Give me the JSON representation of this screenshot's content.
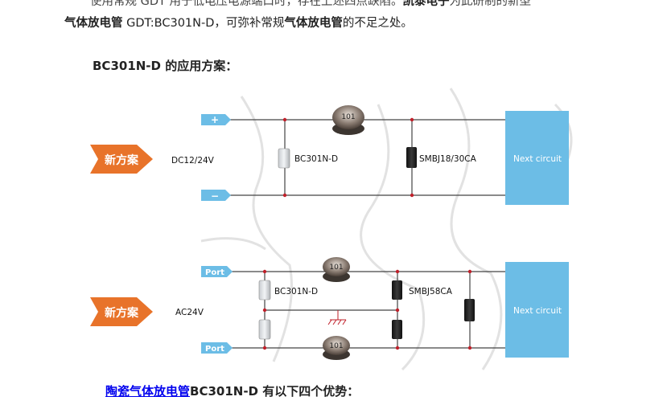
{
  "article": {
    "line1_part1": "使用常规 GDT 用于低电压电源端口时，存在上述四点缺陷。",
    "line1_brand": "凯泰电子",
    "line1_part2": "为此研制的新型",
    "line2_bold": "气体放电管",
    "line2_part1": " GDT:BC301N-D，可弥补常规",
    "line2_bold2": "气体放电管",
    "line2_part2": "的不足之处。",
    "heading_model": "BC301N-D",
    "heading_text": " 的应用方案：",
    "bottom_link": "陶瓷气体放电管",
    "bottom_model": "BC301N-D",
    "bottom_text": " 有以下四个优势："
  },
  "diagram_top": {
    "badge": "新方案",
    "input_label": "DC12/24V",
    "plus": "+",
    "minus": "−",
    "gdt_label": "BC301N-D",
    "tvs_label": "SMBJ18/30CA",
    "next_label": "Next circuit",
    "inductor_label": "101"
  },
  "diagram_bottom": {
    "badge": "新方案",
    "input_label": "AC24V",
    "port_top": "Port",
    "port_bottom": "Port",
    "gdt_label": "BC301N-D",
    "tvs_label": "SMBJ58CA",
    "next_label": "Next circuit",
    "inductor_label": "101"
  },
  "colors": {
    "next_box": "#6cbde6",
    "arrow": "#e8732a",
    "badge_port": "#6cbde6",
    "wire": "#444444",
    "node": "#c0202a",
    "link": "#0000ee"
  }
}
